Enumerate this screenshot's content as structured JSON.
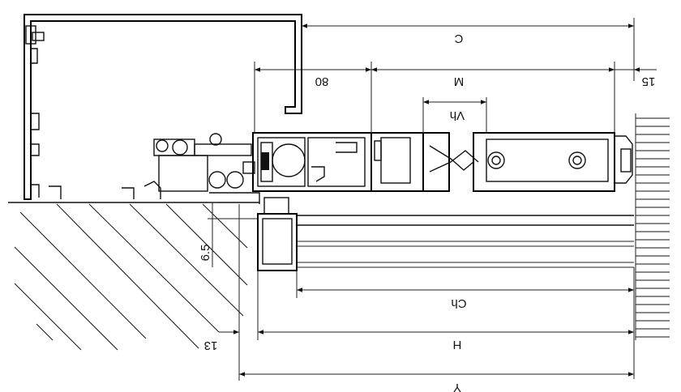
{
  "dimensions": {
    "C": "C",
    "M": "M",
    "d80": "80",
    "d15": "15",
    "Vh": "Vh",
    "Ch": "Ch",
    "H": "H",
    "Y": "Y",
    "d13": "13",
    "d6_5": "6.5"
  },
  "colors": {
    "line": "#111111",
    "background": "#ffffff"
  }
}
